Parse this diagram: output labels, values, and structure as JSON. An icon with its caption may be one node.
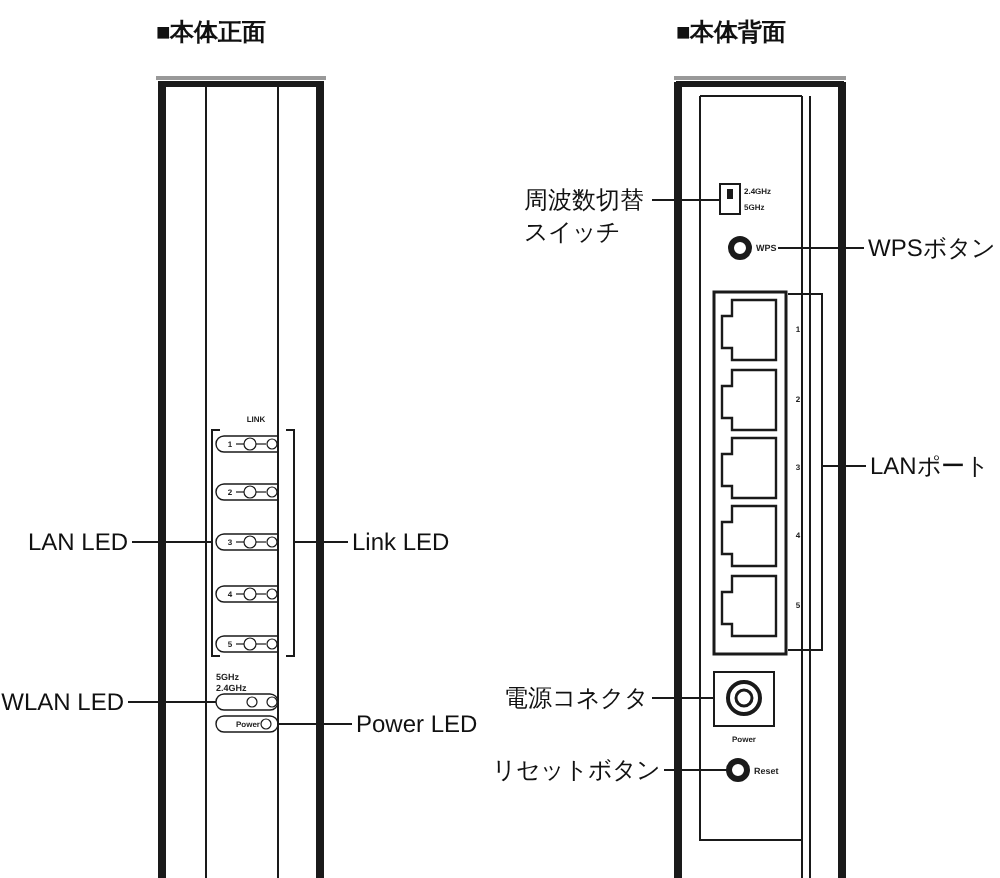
{
  "diagram": {
    "nodes": [
      {
        "text": [
          "LAN LED"
        ]
      },
      {
        "text": [
          "Link LED"
        ]
      },
      {
        "text": [
          "WLAN LED"
        ]
      },
      {
        "text": [
          "Power LED"
        ]
      },
      {
        "text": [
          "周波数切替スイッチ"
        ]
      },
      {
        "text": [
          "WPSボタン"
        ]
      },
      {
        "text": [
          "LANポート"
        ]
      },
      {
        "text": [
          "電源コネクタ"
        ]
      },
      {
        "text": [
          "リセットボタン"
        ]
      },
      {
        "text": [],
        "shape": "bracket"
      },
      {
        "text": [],
        "shape": "bracket"
      },
      {
        "text": [],
        "shape": "box"
      },
      {
        "text": [],
        "shape": "box"
      },
      {
        "text": [],
        "shape": "box"
      },
      {
        "text": [],
        "shape": "circle",
        "beside": [
          "WPS"
        ]
      },
      {
        "text": [],
        "shape": "bracket"
      },
      {
        "text": [],
        "shape": "box"
      },
      {
        "text": [],
        "shape": "circle",
        "beside": [
          "Reset"
        ]
      }
    ],
    "edges": [
      {
        "from": 0,
        "to": 9,
        "arrow": "none"
      },
      {
        "from": 1,
        "to": 10,
        "arrow": "none"
      },
      {
        "from": 2,
        "to": 11,
        "arrow": "none"
      },
      {
        "from": 3,
        "to": 12,
        "arrow": "none"
      },
      {
        "from": 4,
        "to": 13,
        "arrow": "none"
      },
      {
        "from": 5,
        "to": 14,
        "arrow": "none"
      },
      {
        "from": 6,
        "to": 15,
        "arrow": "none"
      },
      {
        "from": 7,
        "to": 16,
        "arrow": "none"
      },
      {
        "from": 8,
        "to": 17,
        "arrow": "none"
      }
    ],
    "labels": [
      "■本体正面",
      "■本体背面",
      "LINK",
      "1",
      "2",
      "3",
      "4",
      "5",
      "5GHz",
      "2.4GHz",
      "Power",
      "2.4GHz",
      "5GHz",
      "1",
      "2",
      "3",
      "4",
      "5",
      "Power"
    ]
  }
}
